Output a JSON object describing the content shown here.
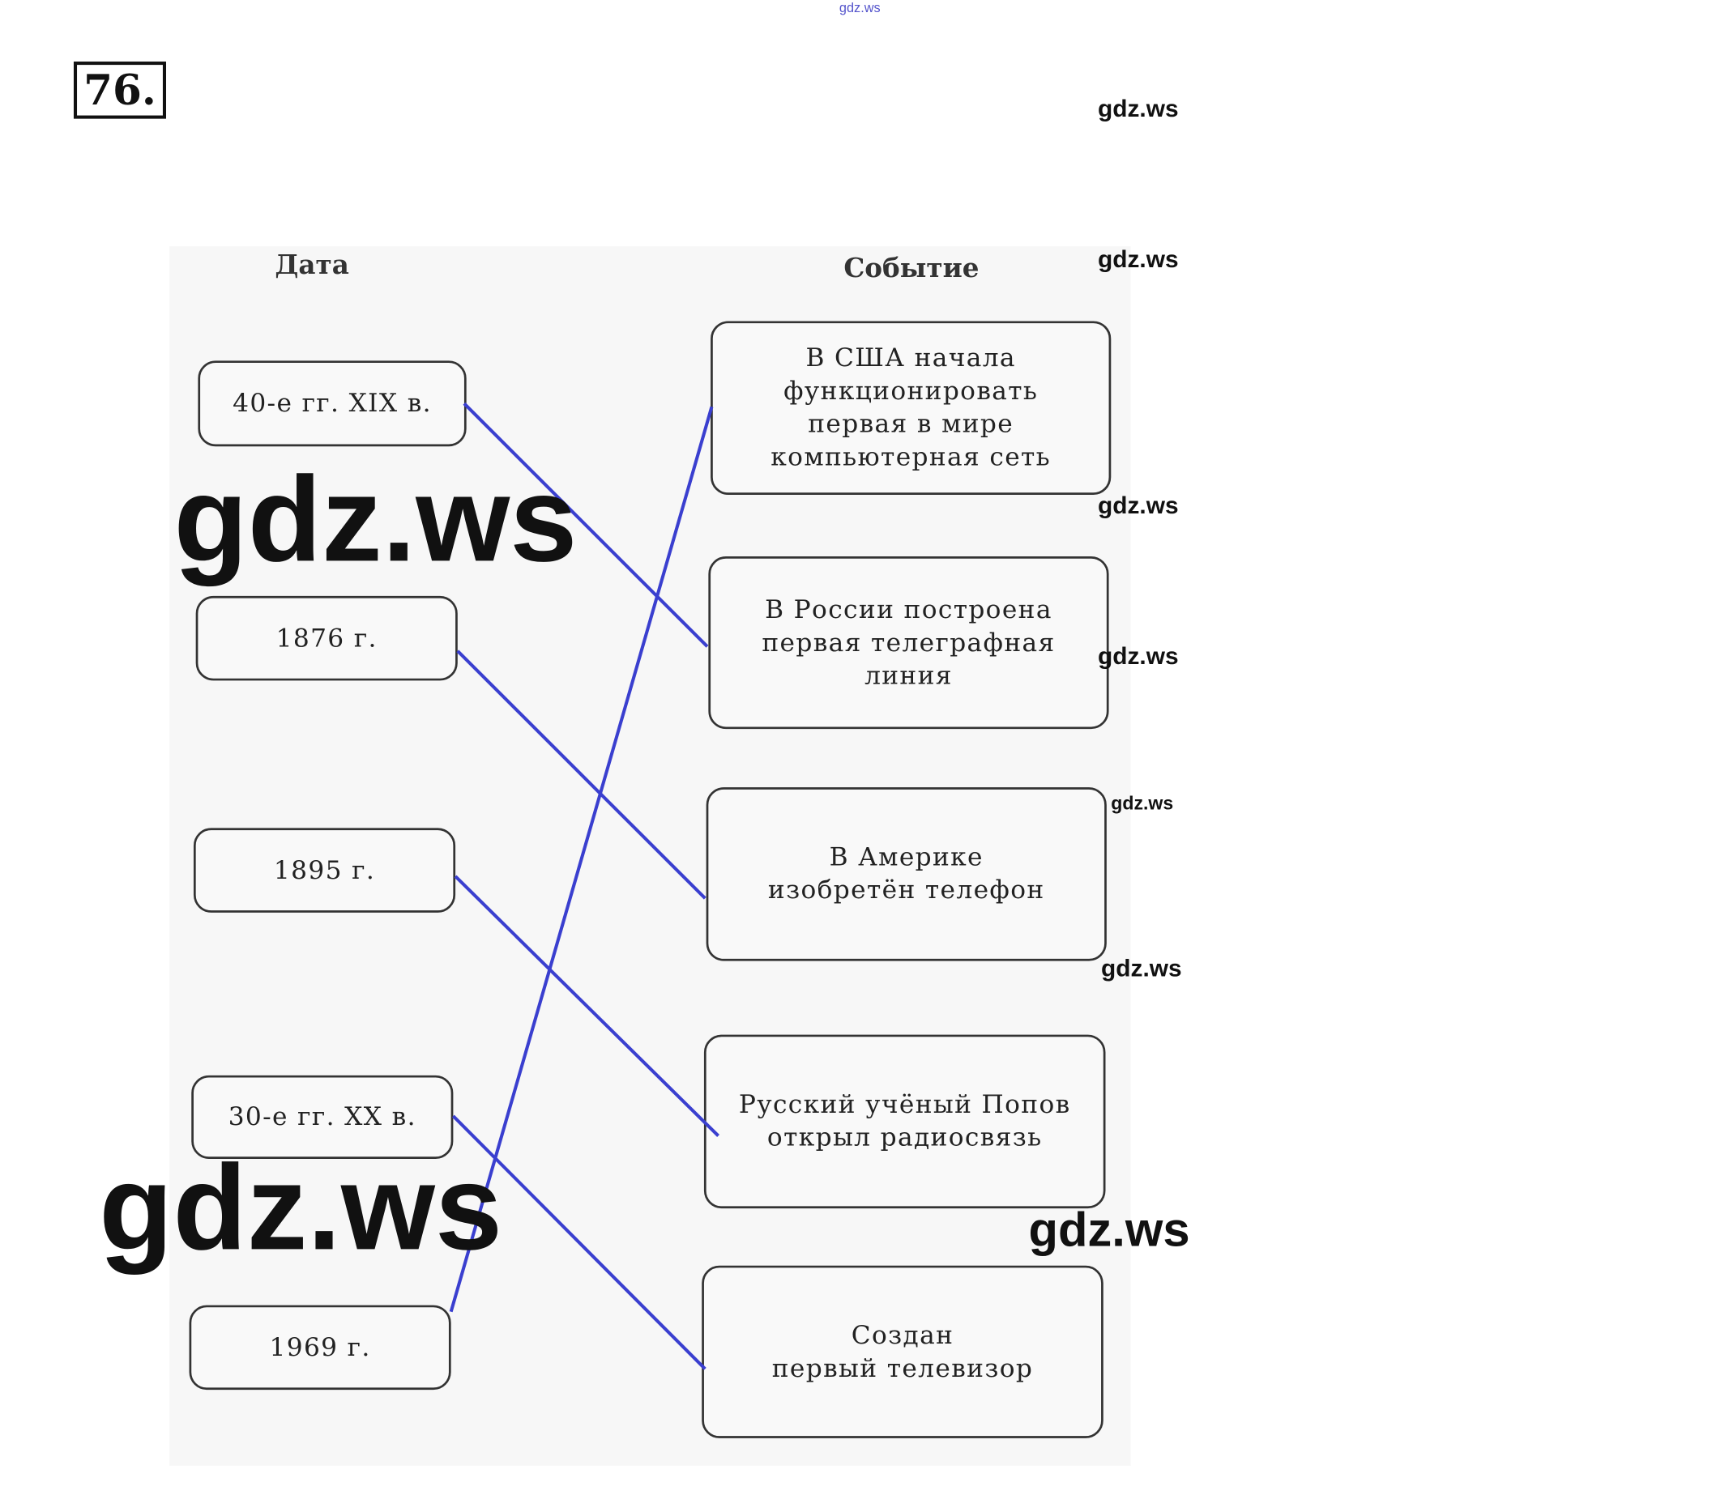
{
  "task_number": "76.",
  "headers": {
    "date": "Дата",
    "event": "Событие"
  },
  "dates": [
    "40-е гг. XIX в.",
    "1876 г.",
    "1895 г.",
    "30-е гг. XX в.",
    "1969 г."
  ],
  "events": [
    "В США начала\nфункционировать\nпервая в мире\nкомпьютерная сеть",
    "В России построена\nпервая телеграфная\nлиния",
    "В Америке\nизобретён телефон",
    "Русский учёный Попов\nоткрыл радиосвязь",
    "Создан\nпервый телевизор"
  ],
  "matches": [
    {
      "date": "40-е гг. XIX в.",
      "event": "В России построена первая телеграфная линия"
    },
    {
      "date": "1876 г.",
      "event": "В Америке изобретён телефон"
    },
    {
      "date": "1895 г.",
      "event": "Русский учёный Попов открыл радиосвязь"
    },
    {
      "date": "30-е гг. XX в.",
      "event": "Создан первый телевизор"
    },
    {
      "date": "1969 г.",
      "event": "В США начала функционировать первая в мире компьютерная сеть"
    }
  ],
  "line_color": "#3a3fcf",
  "watermark": "gdz.ws"
}
